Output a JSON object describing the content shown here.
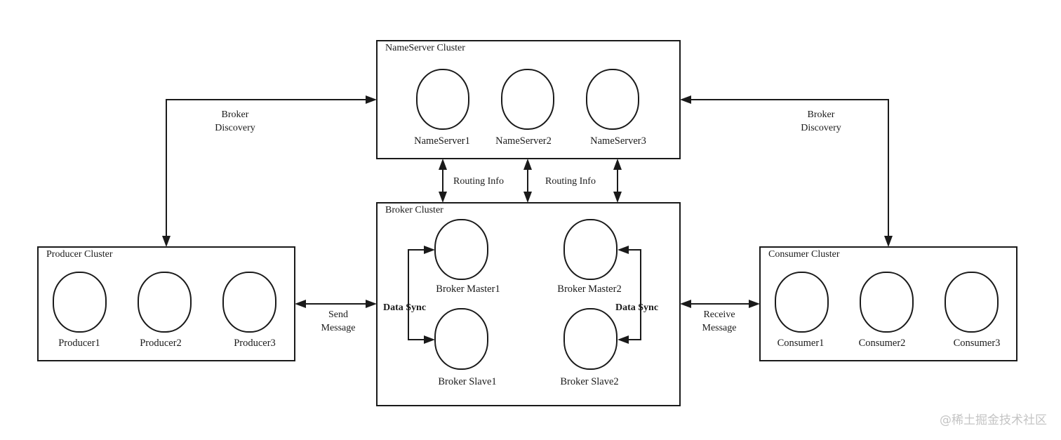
{
  "clusters": {
    "nameserver": {
      "title": "NameServer Cluster",
      "nodes": [
        "NameServer1",
        "NameServer2",
        "NameServer3"
      ]
    },
    "broker": {
      "title": "Broker Cluster",
      "nodes": [
        "Broker Master1",
        "Broker Master2",
        "Broker Slave1",
        "Broker Slave2"
      ]
    },
    "producer": {
      "title": "Producer Cluster",
      "nodes": [
        "Producer1",
        "Producer2",
        "Producer3"
      ]
    },
    "consumer": {
      "title": "Consumer Cluster",
      "nodes": [
        "Consumer1",
        "Consumer2",
        "Consumer3"
      ]
    }
  },
  "edges": {
    "broker_discovery_left": [
      "Broker",
      "Discovery"
    ],
    "broker_discovery_right": [
      "Broker",
      "Discovery"
    ],
    "routing_info_left": "Routing Info",
    "routing_info_right": "Routing Info",
    "send_message": [
      "Send",
      "Message"
    ],
    "receive_message": [
      "Receive",
      "Message"
    ],
    "data_sync_left": "Data Sync",
    "data_sync_right": "Data Sync"
  },
  "watermark": "@稀土掘金技术社区"
}
